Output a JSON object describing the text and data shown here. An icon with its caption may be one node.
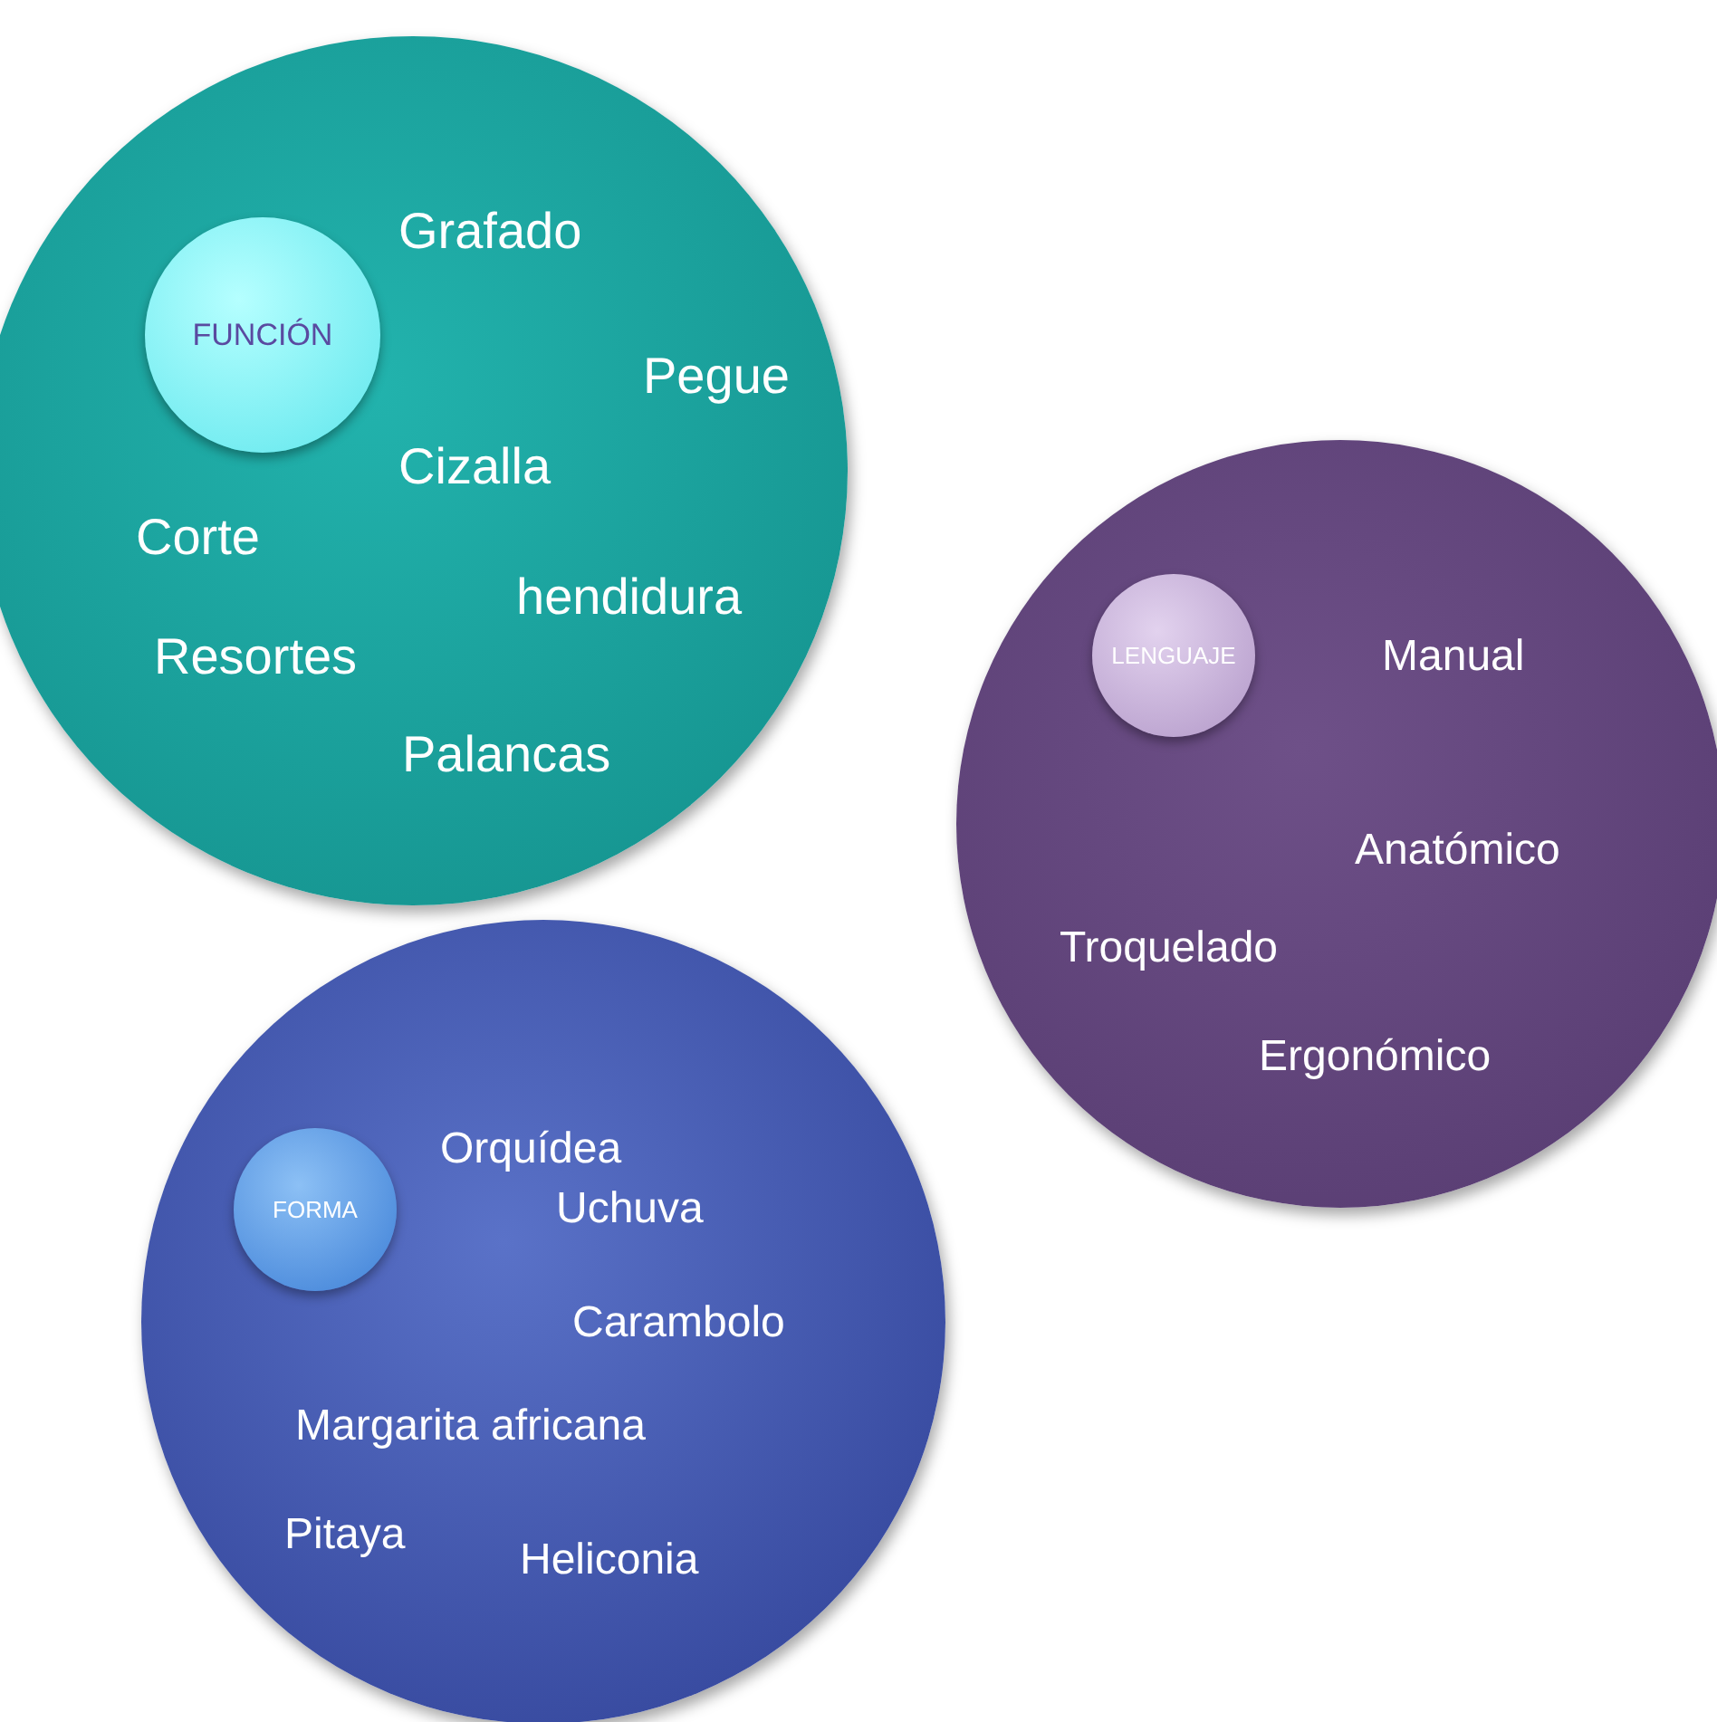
{
  "diagram": {
    "nodes": [
      {
        "text": [
          "Grafado",
          "Pegue",
          "Cizalla",
          "Corte",
          "hendidura",
          "Resortes",
          "Palancas"
        ]
      },
      {
        "text": [
          "FUNCIÓN"
        ],
        "in": 0
      },
      {
        "text": [
          "Manual",
          "Anatómico",
          "Troquelado",
          "Ergonómico"
        ]
      },
      {
        "text": [
          "LENGUAJE"
        ],
        "in": 2
      },
      {
        "text": [
          "Orquídea",
          "Uchuva",
          "Carambolo",
          "Margarita africana",
          "Pitaya",
          "Heliconia"
        ]
      },
      {
        "text": [
          "FORMA"
        ],
        "in": 4
      }
    ]
  }
}
